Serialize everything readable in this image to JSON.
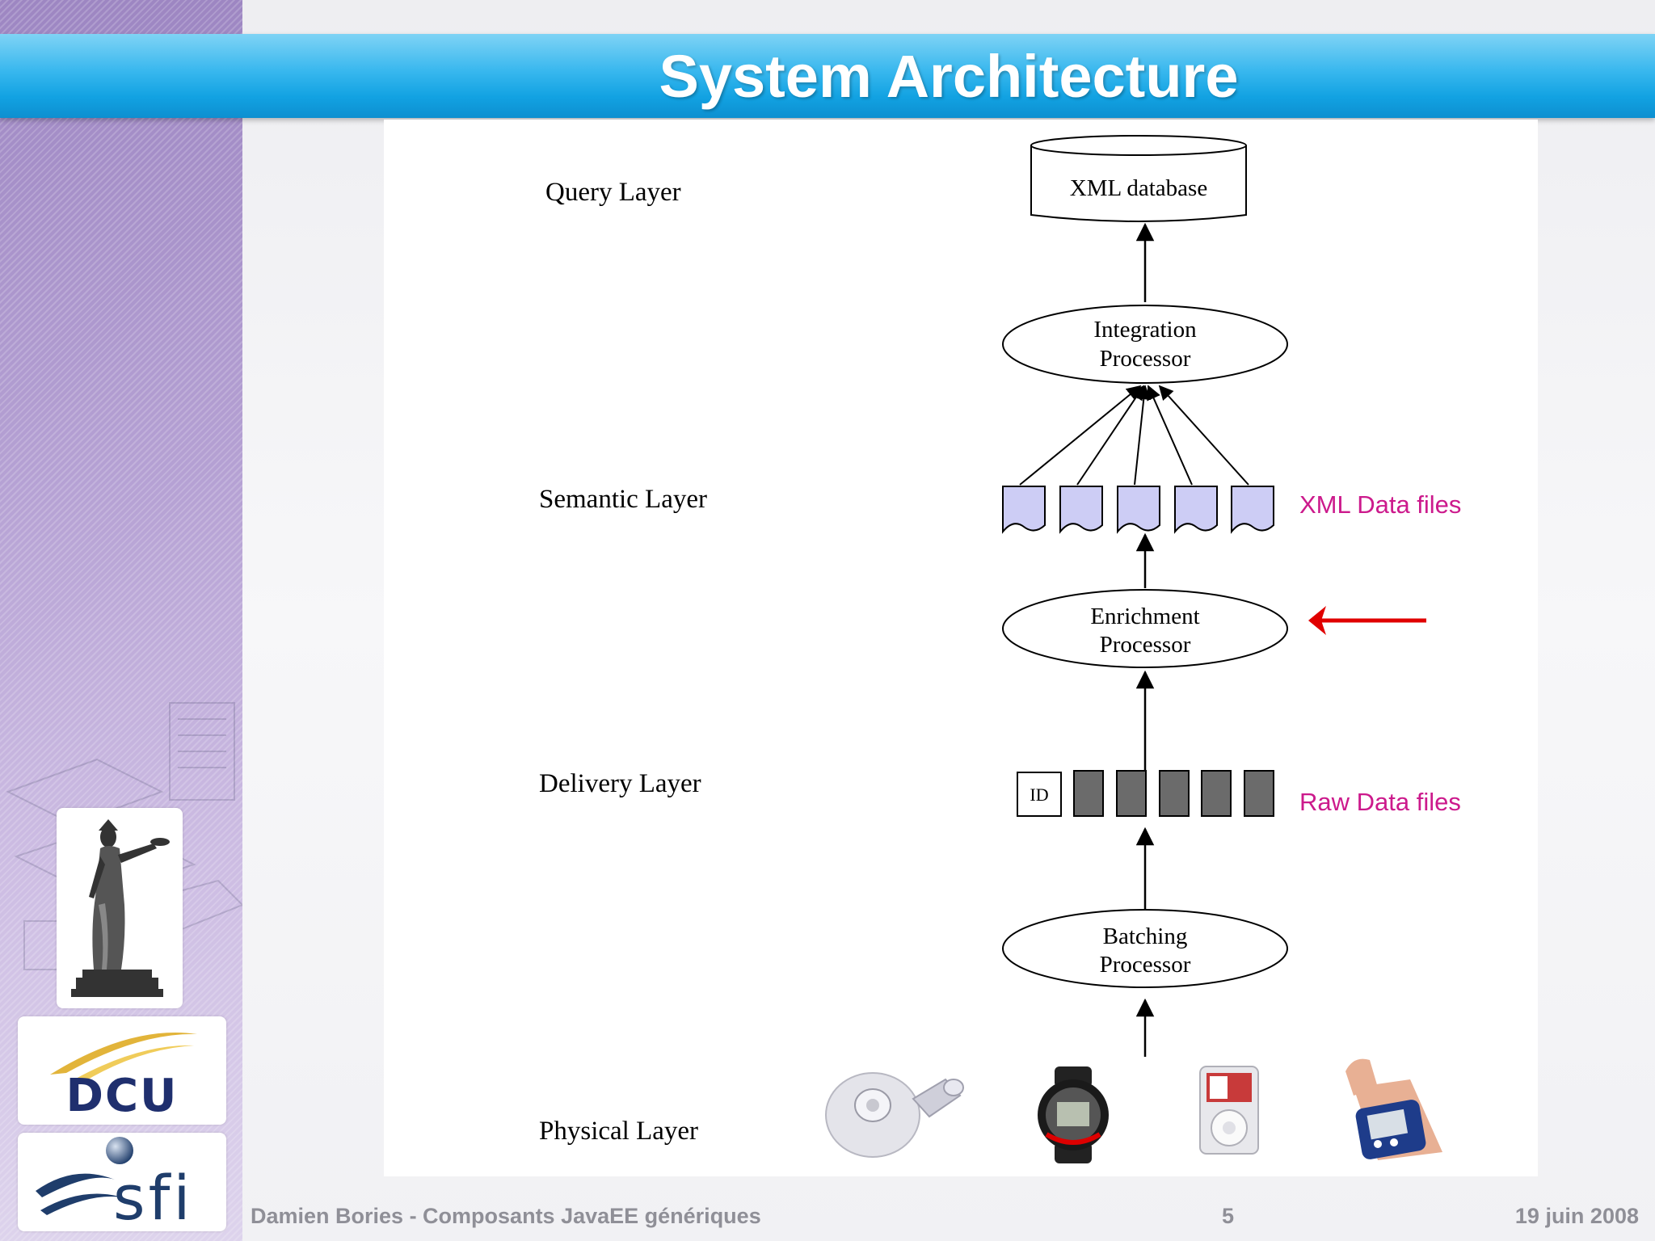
{
  "slide": {
    "title": "System Architecture",
    "footer": {
      "author_text": "Damien Bories - Composants JavaEE génériques",
      "page_number": "5",
      "date": "19 juin 2008"
    }
  },
  "logos": {
    "dcu_text": "DCU",
    "sfi_text": "sfi"
  },
  "diagram": {
    "layers": {
      "query": "Query Layer",
      "semantic": "Semantic Layer",
      "delivery": "Delivery Layer",
      "physical": "Physical Layer"
    },
    "xml_database": "XML database",
    "integration_processor": [
      "Integration",
      "Processor"
    ],
    "enrichment_processor": [
      "Enrichment",
      "Processor"
    ],
    "batching_processor": [
      "Batching",
      "Processor"
    ],
    "id_label": "ID",
    "xml_data_files_label": "XML Data files",
    "raw_data_files_label": "Raw Data files",
    "annotation_color": "#cc1a8c",
    "pointer_arrow_color": "#e00000",
    "file_fill_color": "#cdcdf5",
    "raw_file_fill_color": "#6b6b6b",
    "devices": [
      "spirometer-device",
      "sports-watch-device",
      "media-player-device",
      "wrist-bp-monitor-device"
    ]
  }
}
